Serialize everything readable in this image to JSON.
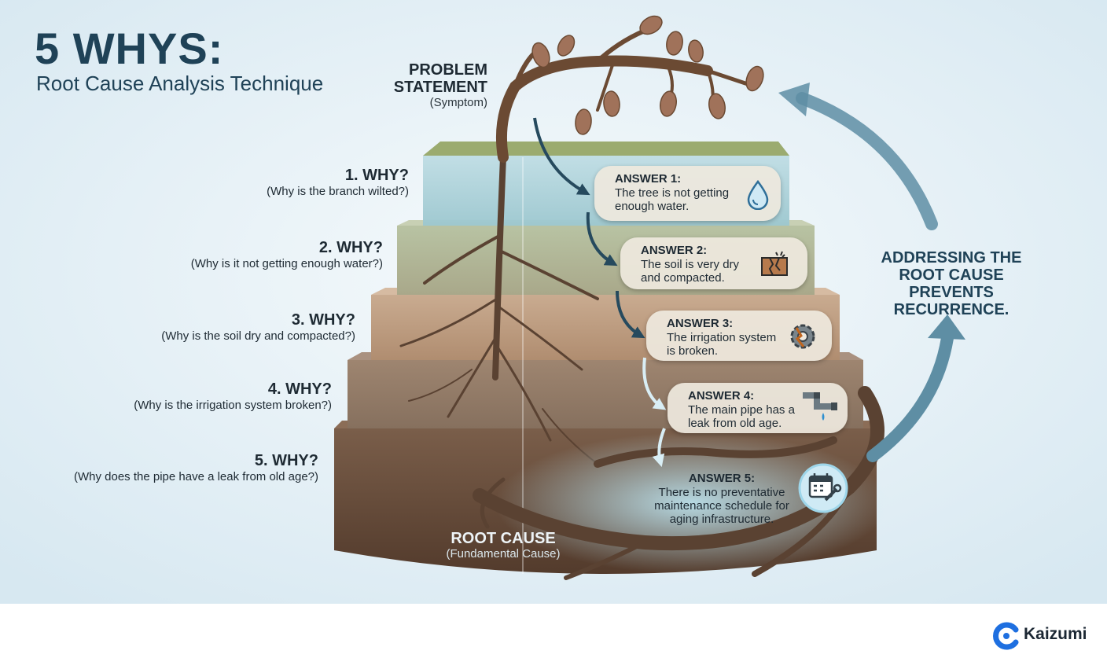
{
  "header": {
    "title": "5 WHYS:",
    "subtitle": "Root Cause Analysis Technique"
  },
  "problem": {
    "title": "PROBLEM STATEMENT",
    "subtitle": "(Symptom)"
  },
  "whys": [
    {
      "label": "1. WHY?",
      "question": "(Why is the branch wilted?)"
    },
    {
      "label": "2. WHY?",
      "question": "(Why is it not getting enough water?)"
    },
    {
      "label": "3. WHY?",
      "question": "(Why is the soil dry and compacted?)"
    },
    {
      "label": "4. WHY?",
      "question": "(Why is the irrigation system broken?)"
    },
    {
      "label": "5. WHY?",
      "question": "(Why does the pipe have a leak from old age?)"
    }
  ],
  "answers": [
    {
      "label": "ANSWER 1:",
      "text": "The tree is not getting enough water.",
      "icon": "water-drop-icon"
    },
    {
      "label": "ANSWER 2:",
      "text": "The soil is very dry and compacted.",
      "icon": "cracked-soil-icon"
    },
    {
      "label": "ANSWER 3:",
      "text": "The irrigation system is broken.",
      "icon": "broken-gear-icon"
    },
    {
      "label": "ANSWER 4:",
      "text": "The main pipe has a leak from old age.",
      "icon": "leaking-pipe-icon"
    },
    {
      "label": "ANSWER 5:",
      "text": "There is no preventative maintenance schedule for aging infrastructure.",
      "icon": "calendar-wrench-icon"
    }
  ],
  "root_cause": {
    "title": "ROOT CAUSE",
    "subtitle": "(Fundamental Cause)"
  },
  "cycle_note": "ADDRESSING THE ROOT CAUSE PREVENTS RECURRENCE.",
  "footer": {
    "brand": "Kaizumi",
    "logo_icon": "kaizumi-logo-icon",
    "brand_color": "#1e6fe0"
  },
  "colors": {
    "title": "#1f4257",
    "arrow": "#4f7f97",
    "background": "#e3eff5"
  }
}
